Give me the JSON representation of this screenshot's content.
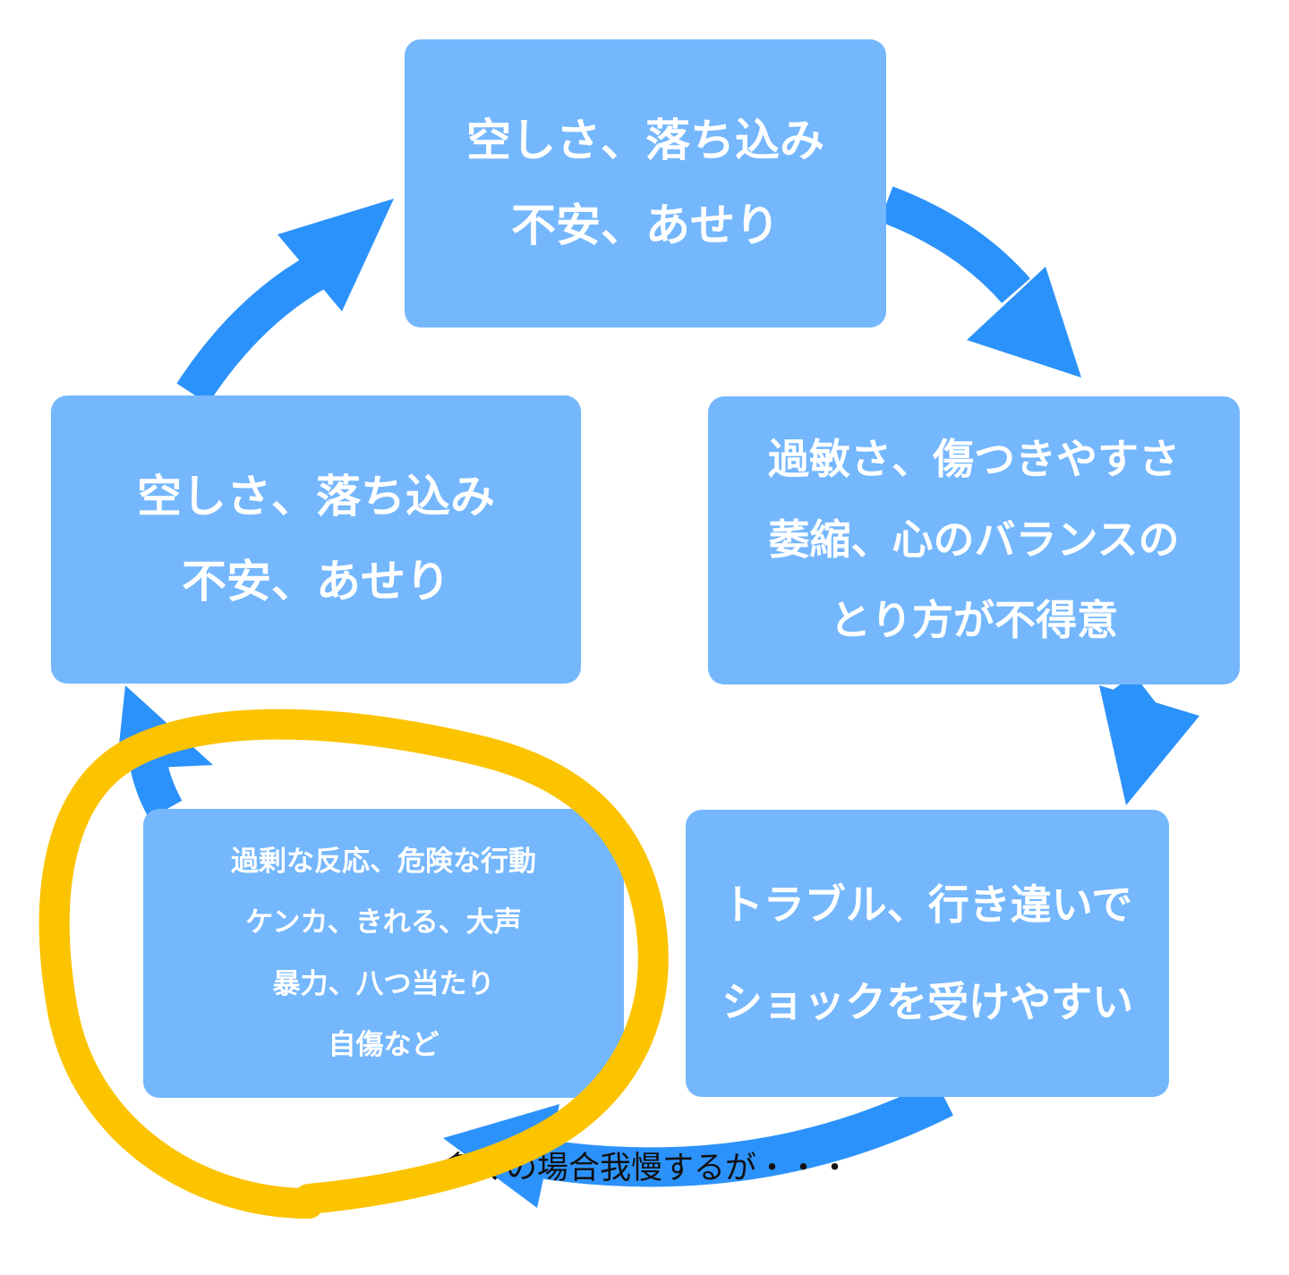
{
  "colors": {
    "box_fill": "#74b7fd",
    "arrow": "#2c92fb",
    "box_text": "#ffffff",
    "highlight": "#fcc300",
    "caption_text": "#111111"
  },
  "boxes": {
    "top": {
      "lines": [
        "空しさ、落ち込み",
        "不安、あせり"
      ]
    },
    "right": {
      "lines": [
        "過敏さ、傷つきやすさ",
        "萎縮、心のバランスの",
        "とり方が不得意"
      ]
    },
    "bottom_right": {
      "lines": [
        "トラブル、行き違いで",
        "ショックを受けやすい"
      ]
    },
    "bottom_left": {
      "lines": [
        "過剰な反応、危険な行動",
        "ケンカ、きれる、大声",
        "暴力、八つ当たり",
        "自傷など"
      ]
    },
    "left": {
      "lines": [
        "空しさ、落ち込み",
        "不安、あせり"
      ]
    }
  },
  "caption": "多くの場合我慢するが・・・",
  "arrows": [
    "arrow-top-to-right",
    "arrow-right-to-bottom-right",
    "arrow-bottom-right-to-bottom-left",
    "arrow-bottom-left-to-left",
    "arrow-left-to-top"
  ],
  "highlight": "hand-drawn-circle-around-bottom-left-box"
}
